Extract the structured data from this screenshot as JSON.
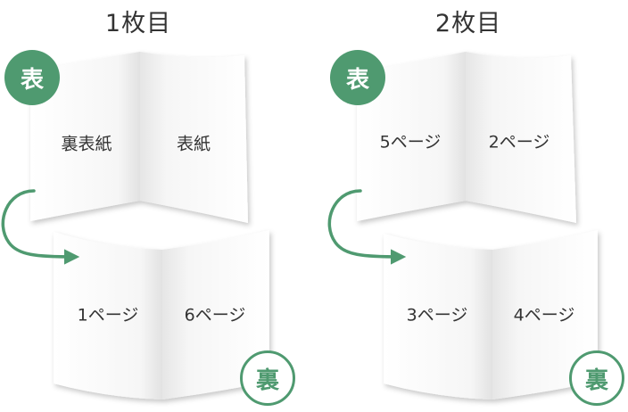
{
  "sheets": [
    {
      "title": "1枚目",
      "front": {
        "badge": "表",
        "pages": [
          "裏表紙",
          "表紙"
        ]
      },
      "back": {
        "badge": "裏",
        "pages": [
          "1ページ",
          "6ページ"
        ]
      }
    },
    {
      "title": "2枚目",
      "front": {
        "badge": "表",
        "pages": [
          "5ページ",
          "2ページ"
        ]
      },
      "back": {
        "badge": "裏",
        "pages": [
          "3ページ",
          "4ページ"
        ]
      }
    }
  ],
  "colors": {
    "accent": "#4f9a70",
    "text": "#333333"
  },
  "icons": {
    "flip_arrow": "curved-arrow-icon"
  }
}
